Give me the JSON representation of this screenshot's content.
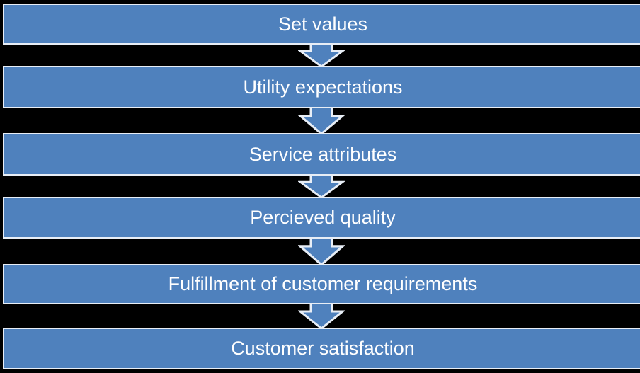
{
  "diagram": {
    "type": "vertical-flowchart",
    "steps": [
      {
        "label": "Set values"
      },
      {
        "label": "Utility expectations"
      },
      {
        "label": "Service attributes"
      },
      {
        "label": "Percieved quality"
      },
      {
        "label": "Fulfillment of customer requirements"
      },
      {
        "label": "Customer satisfaction"
      }
    ],
    "connector": "down-block-arrow",
    "colors": {
      "background": "#000000",
      "box_fill": "#4f81bd",
      "box_border": "#e8eef6",
      "text": "#ffffff"
    }
  }
}
